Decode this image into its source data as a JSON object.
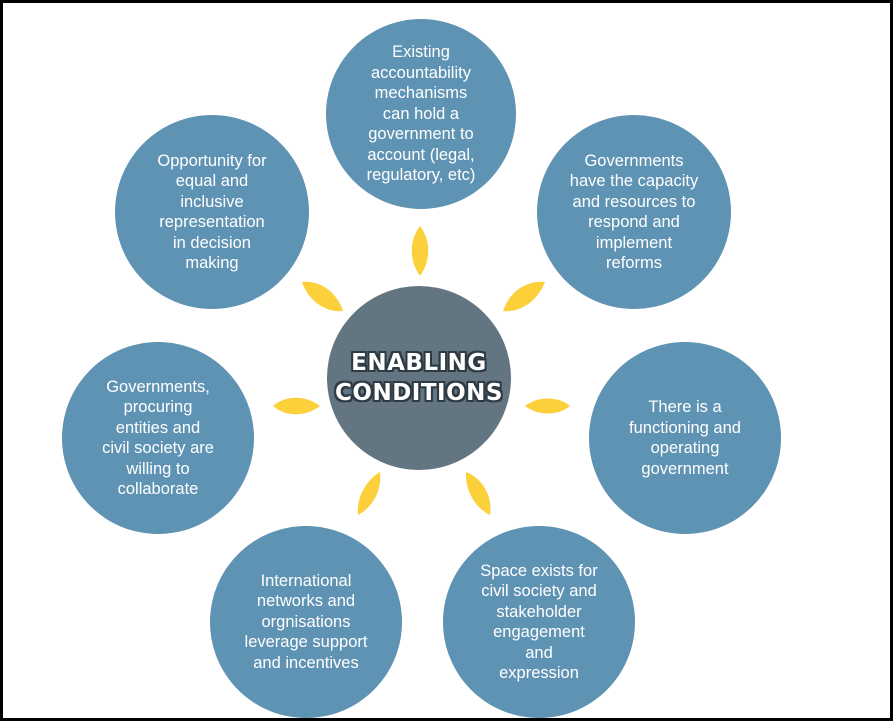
{
  "center": {
    "text": "ENABLING\nCONDITIONS"
  },
  "conditions": [
    {
      "text": "Existing\naccountability\nmechanisms\ncan hold a\ngovernment to\naccount (legal,\nregulatory, etc)"
    },
    {
      "text": "Governments\nhave the capacity\nand resources to\nrespond and\nimplement\nreforms"
    },
    {
      "text": "There is a\nfunctioning and\noperating\ngovernment"
    },
    {
      "text": "Space exists for\ncivil society and\nstakeholder\nengagement\nand\nexpression"
    },
    {
      "text": "International\nnetworks and\norgnisations\nleverage support\nand incentives"
    },
    {
      "text": "Governments,\nprocuring\nentities and\ncivil society are\nwilling to\ncollaborate"
    },
    {
      "text": "Opportunity for\nequal and\ninclusive\nrepresentation\nin decision\nmaking"
    }
  ],
  "colors": {
    "circle": "#5f93b3",
    "center": "#637581",
    "petal": "#fcd03a",
    "border": "#000000"
  }
}
